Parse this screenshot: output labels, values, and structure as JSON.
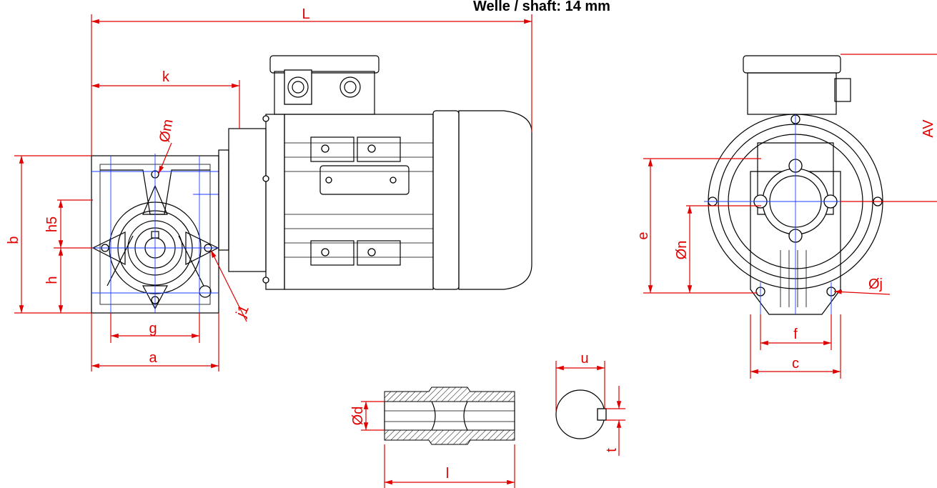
{
  "title": "Welle / shaft: 14 mm",
  "labels": {
    "L": "L",
    "k": "k",
    "m": "Øm",
    "b": "b",
    "h5": "h5",
    "h": "h",
    "j1": "j1",
    "g": "g",
    "a": "a",
    "AV": "AV",
    "e": "e",
    "n": "Øn",
    "j": "Øj",
    "f": "f",
    "c": "c",
    "u": "u",
    "d": "Ød",
    "t": "t",
    "l": "l"
  },
  "colors": {
    "dimension": "#e00000",
    "outline": "#000000",
    "centerline": "#1a3cff"
  }
}
